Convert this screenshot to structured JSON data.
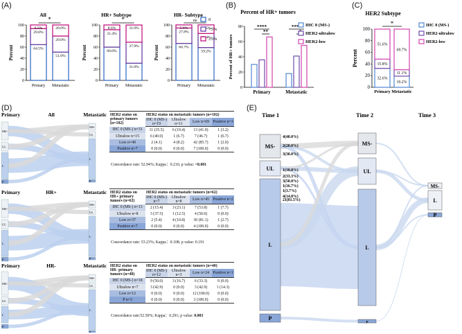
{
  "panels": {
    "A": "(A)",
    "B": "(B)",
    "C": "(C)",
    "D": "(D)",
    "E": "(E)"
  },
  "panel_a": {
    "ylabel": "Percent",
    "legend": [
      "0",
      "<5%",
      "≥5%"
    ],
    "colors": {
      "zero": "#3a6fc4",
      "low5": "#6a3fa0",
      "ge5": "#c2187f"
    },
    "charts": [
      {
        "title": "All",
        "sig": "*",
        "categories": [
          "Primary",
          "Metastatic"
        ],
        "labels": [
          [
            "64.5%",
            "29.0%",
            "6.5%"
          ],
          [
            "51.0%",
            "29.0%",
            "20.0%"
          ]
        ],
        "values": [
          [
            64.5,
            29.0,
            6.5
          ],
          [
            51.0,
            29.0,
            20.0
          ]
        ]
      },
      {
        "title": "HR+ Subtype",
        "sig": "*",
        "categories": [
          "Primary",
          "Metastatic"
        ],
        "labels": [
          [
            "60.0%",
            "31.4%",
            "8.6%"
          ],
          [
            "31.0%",
            "37.9%",
            "31.0%"
          ]
        ],
        "values": [
          [
            60.0,
            31.4,
            8.6
          ],
          [
            31.0,
            37.9,
            31.0
          ]
        ]
      },
      {
        "title": "HR- Subtype",
        "sig": "ns",
        "categories": [
          "Primary",
          "Metastatic"
        ],
        "labels": [
          [
            "66.7%",
            "27.8%",
            "5.6%"
          ],
          [
            "59.2%",
            "25.4%",
            "15.5%"
          ]
        ],
        "values": [
          [
            66.7,
            27.8,
            5.6
          ],
          [
            59.2,
            25.4,
            15.5
          ]
        ]
      }
    ],
    "ticks": [
      "0",
      "20",
      "40",
      "60",
      "80",
      "100"
    ]
  },
  "panel_b": {
    "title": "Percent of HR+ tumors",
    "ylabel": "Percent of HR+ tumors",
    "legend": [
      "IHC 0 (MS-)",
      "HER2-ultralow",
      "HER2-low"
    ],
    "categories": [
      "Primary",
      "Metastatic"
    ],
    "values": [
      [
        30,
        36,
        66
      ],
      [
        18,
        41,
        55
      ]
    ],
    "sig": [
      "****",
      "**",
      "****",
      "*"
    ],
    "ticks": [
      "0",
      "20",
      "40",
      "60",
      "80"
    ]
  },
  "panel_c": {
    "title": "HER2 Subtype",
    "ylabel": "Percent",
    "legend": [
      "IHC 0 (MS-)",
      "HER2-ultralow",
      "HER2-low"
    ],
    "categories": [
      "Primary",
      "Metastatic"
    ],
    "labels": [
      [
        "32.6%",
        "15.8%",
        "51.6%"
      ],
      [
        "19.2%",
        "11.1%",
        "69.7%"
      ]
    ],
    "values": [
      [
        32.6,
        15.8,
        51.6
      ],
      [
        19.2,
        11.1,
        69.7
      ]
    ],
    "sig": "*",
    "ticks": [
      "0",
      "20",
      "40",
      "60",
      "80",
      "100"
    ]
  },
  "chart_data": [
    {
      "type": "bar",
      "title": "All",
      "categories": [
        "Primary",
        "Metastatic"
      ],
      "series": [
        {
          "name": "0",
          "values": [
            64.5,
            51.0
          ]
        },
        {
          "name": "<5%",
          "values": [
            29.0,
            29.0
          ]
        },
        {
          "name": "≥5%",
          "values": [
            6.5,
            20.0
          ]
        }
      ],
      "ylabel": "Percent",
      "ylim": [
        0,
        100
      ]
    },
    {
      "type": "bar",
      "title": "HR+ Subtype",
      "categories": [
        "Primary",
        "Metastatic"
      ],
      "series": [
        {
          "name": "0",
          "values": [
            60.0,
            31.0
          ]
        },
        {
          "name": "<5%",
          "values": [
            31.4,
            37.9
          ]
        },
        {
          "name": "≥5%",
          "values": [
            8.6,
            31.0
          ]
        }
      ],
      "ylabel": "Percent",
      "ylim": [
        0,
        100
      ]
    },
    {
      "type": "bar",
      "title": "HR- Subtype",
      "categories": [
        "Primary",
        "Metastatic"
      ],
      "series": [
        {
          "name": "0",
          "values": [
            66.7,
            59.2
          ]
        },
        {
          "name": "<5%",
          "values": [
            27.8,
            25.4
          ]
        },
        {
          "name": "≥5%",
          "values": [
            5.6,
            15.5
          ]
        }
      ],
      "ylabel": "Percent",
      "ylim": [
        0,
        100
      ]
    },
    {
      "type": "bar",
      "title": "Percent of HR+ tumors",
      "categories": [
        "Primary",
        "Metastatic"
      ],
      "series": [
        {
          "name": "IHC 0 (MS-)",
          "values": [
            30,
            18
          ]
        },
        {
          "name": "HER2-ultralow",
          "values": [
            36,
            41
          ]
        },
        {
          "name": "HER2-low",
          "values": [
            66,
            55
          ]
        }
      ],
      "ylabel": "Percent of HR+ tumors",
      "ylim": [
        0,
        80
      ]
    },
    {
      "type": "bar",
      "title": "HER2 Subtype",
      "categories": [
        "Primary",
        "Metastatic"
      ],
      "series": [
        {
          "name": "IHC 0 (MS-)",
          "values": [
            32.6,
            19.2
          ]
        },
        {
          "name": "HER2-ultralow",
          "values": [
            15.8,
            11.1
          ]
        },
        {
          "name": "HER2-low",
          "values": [
            51.6,
            69.7
          ]
        }
      ],
      "ylabel": "Percent",
      "ylim": [
        0,
        100
      ]
    }
  ],
  "panel_d": {
    "rows": [
      {
        "left": "Primary",
        "mid": "All",
        "right": "Metastatic",
        "hdr1": "HER2 status on primary tumors (n=102)",
        "hdr2": "HER2 status on metastatic tumors (n=102)",
        "cols": [
          "IHC 0 (MS-) n=19",
          "Ultralow n=11",
          "Low n=69",
          "Positive n=3"
        ],
        "body": [
          [
            "IHC 0 (MS-) n=31",
            "11 (35.5)",
            "6 (19.4)",
            "13 (41.9)",
            "1 (3.2)"
          ],
          [
            "Ultralow n=15",
            "6 (40.0)",
            "1 (6.7)",
            "7 (46.7)",
            "1 (6.7)"
          ],
          [
            "Low n=49",
            "2 (4.1)",
            "4 (8.2)",
            "42 (85.7)",
            "1 (2.0)"
          ],
          [
            "Positive n=7",
            "0 (0.0)",
            "0 (0.0)",
            "7 (100.0)",
            "0 (0.0)"
          ]
        ],
        "foot": "Concordance rate: 52.94%;   Kappa：0.216;   p value: ",
        "pval": "<0.001"
      },
      {
        "left": "Primary",
        "mid": "HR+",
        "right": "Metastatic",
        "hdr1": "HER2 status on HR+ primary tumors (n=62)",
        "hdr2": "HER2 status on metastatic tumors (n=62)",
        "cols": [
          "IHC 0 (MS-) n=7",
          "Ultralow n=8",
          "Low n=45",
          "Positive n=2"
        ],
        "body": [
          [
            "IHC 0 (MS-) n=13",
            "2 (15.4)",
            "3 (23.1)",
            "7 (53.8)",
            "1 (7.7)"
          ],
          [
            "Ultralow n=8",
            "3 (37.5)",
            "1 (12.5)",
            "4 (50.0)",
            "0 (0.0)"
          ],
          [
            "Low n=37",
            "2 (5.4)",
            "4 (10.8)",
            "30 (81.1)",
            "1 (2.7)"
          ],
          [
            "Positive n=7",
            "0 (0.0)",
            "0 (0.0)",
            "4 (100.0)",
            "0 (0.0)"
          ]
        ],
        "foot": "Concordance rate: 53.23%;   Kappa：0.108;   p value: ",
        "pval": "0.191"
      },
      {
        "left": "Primary",
        "mid": "HR-",
        "right": "Metastatic",
        "hdr1": "HER2 status on HR- primary tumors (n=40)",
        "hdr2": "HER2 status on metastatic tumors (n=40)",
        "cols": [
          "IHC 0 (MS-) n=12",
          "Ultralow n=3",
          "Low n=24",
          "Positive n=1"
        ],
        "body": [
          [
            "IHC 0 (MS-) n=18",
            "9 (50.0)",
            "3 (16.7)",
            "6 (33.3)",
            "0 (0.0)"
          ],
          [
            "Ultralow n=7",
            "3 (42.9)",
            "0 (0.0)",
            "3 (42.9)",
            "1 (14.3)"
          ],
          [
            "Low n=12",
            "0 (0.0)",
            "0 (0.0)",
            "12 (100.0)",
            "0 (0.0)"
          ],
          [
            "P n=3",
            "0 (0.0)",
            "0 (0.0)",
            "3 (100.0)",
            "0 (0.0)"
          ]
        ],
        "foot": "Concordance rate:52.50%;   Kappa：0.291;   p value: ",
        "pval": "0.003"
      }
    ],
    "node_labels": [
      "MS-",
      "UL",
      "L",
      "P"
    ]
  },
  "panel_e": {
    "times": [
      "Time 1",
      "Time 2",
      "Time 3"
    ],
    "nodes_t1": [
      "MS-",
      "UL",
      "L",
      "P"
    ],
    "nodes_t2": [
      "MS-",
      "UL",
      "L",
      "P"
    ],
    "nodes_t3": [
      "MS-",
      "L",
      "P"
    ],
    "counts": [
      "4(40.0%)",
      "2(20.0%)",
      "3(30.0%)",
      "1(10.0%)",
      "2(33.3%)",
      "3(50.0%)",
      "1(16.7%)",
      "1(3.7%)",
      "4(14.8%)",
      "21(81.5%)"
    ]
  }
}
